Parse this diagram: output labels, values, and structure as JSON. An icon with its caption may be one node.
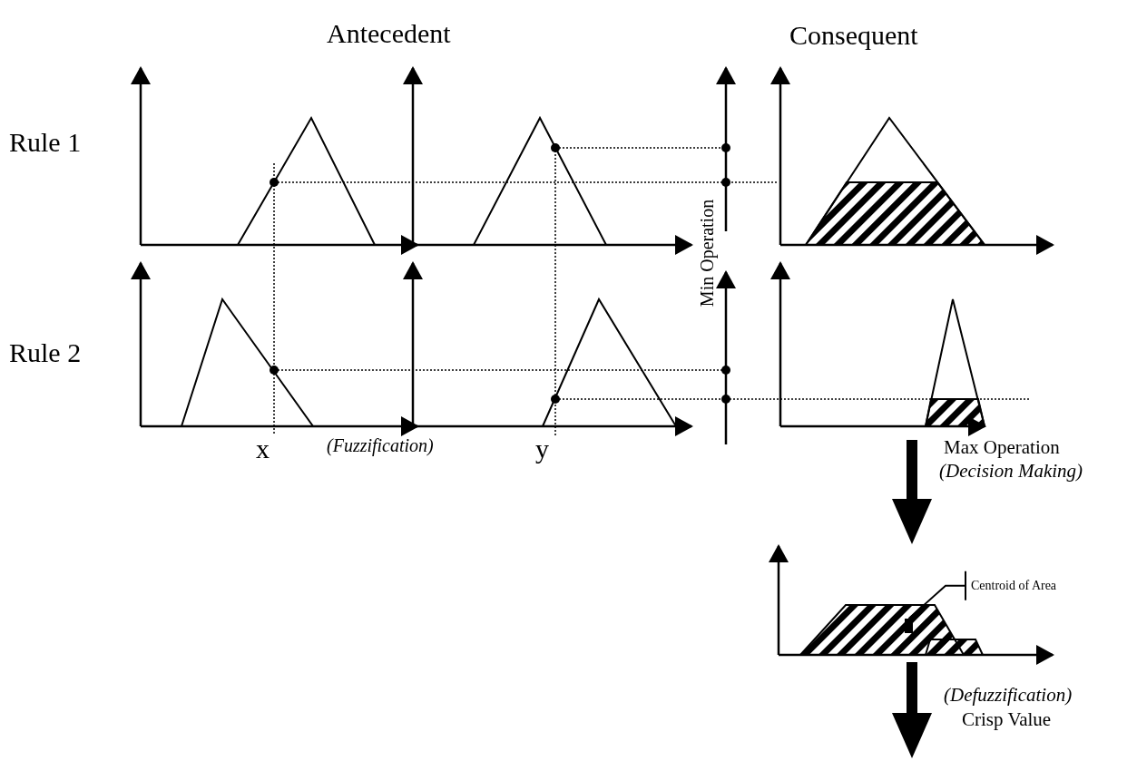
{
  "diagram": {
    "nodes": [
      {
        "text": [
          "Centroid of Area"
        ]
      },
      {
        "text": [],
        "shape": "box"
      }
    ],
    "edges": [
      {
        "from": 0,
        "to": 1,
        "arrow": "none"
      }
    ],
    "labels": [
      "Antecedent",
      "Consequent",
      "Rule 1",
      "Min Operation",
      "Rule 2",
      "x",
      "(Fuzzification)",
      "y",
      "Max Operation",
      "(Decision Making)",
      "(Defuzzification)",
      "Crisp Value"
    ]
  }
}
